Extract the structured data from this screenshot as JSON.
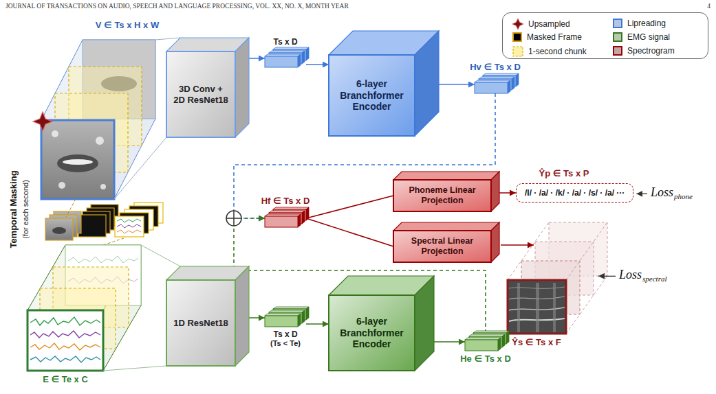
{
  "diagram": {
    "nodes": [
      {
        "text": [
          "3D Conv + 2D ResNet18"
        ]
      },
      {
        "text": [
          "Ts x D"
        ]
      },
      {
        "text": [
          "6-layer Branchformer Encoder"
        ]
      },
      {
        "text": [
          "Hv ∈ Ts x D"
        ]
      },
      {
        "text": [
          "Hf ∈ Ts x D"
        ]
      },
      {
        "text": [
          "Phoneme Linear Projection"
        ]
      },
      {
        "text": [
          "/l/ · /a/ · /k/ · /a/ · /s/ · /a/ ···"
        ]
      },
      {
        "text": [
          "Spectral Linear Projection"
        ]
      },
      {
        "text": [
          "1D ResNet18"
        ]
      },
      {
        "text": [
          "Ts x D",
          "(Ts < Te)"
        ]
      },
      {
        "text": [
          "6-layer Branchformer Encoder"
        ]
      },
      {
        "text": [
          "He ∈ Ts x D"
        ]
      }
    ],
    "edges": [
      {
        "from": 0,
        "to": 1,
        "arrow": "to"
      },
      {
        "from": 1,
        "to": 2,
        "arrow": "to"
      },
      {
        "from": 2,
        "to": 3,
        "arrow": "to"
      },
      {
        "from": 3,
        "to": 4,
        "arrow": "to"
      },
      {
        "from": 4,
        "to": 5,
        "arrow": "none"
      },
      {
        "from": 4,
        "to": 7,
        "arrow": "none"
      },
      {
        "from": 5,
        "to": 6,
        "arrow": "to"
      },
      {
        "from": 8,
        "to": 9,
        "arrow": "to"
      },
      {
        "from": 9,
        "to": 10,
        "arrow": "to"
      },
      {
        "from": 10,
        "to": 11,
        "arrow": "to"
      },
      {
        "from": 11,
        "to": 4,
        "arrow": "to"
      }
    ],
    "labels": [
      "JOURNAL OF TRANSACTIONS ON AUDIO, SPEECH AND LANGUAGE PROCESSING, VOL. XX, NO. X, MONTH YEAR",
      "4",
      "V ∈ Ts x H x W",
      "Ŷp ∈ Ts x P",
      "Loss",
      "phone",
      "Temporal Masking",
      "(for each second)",
      "Loss",
      "spectral",
      "Ŷs ∈ Ts x F",
      "E ∈ Te x C"
    ],
    "legend": [
      {
        "text": "Upsampled"
      },
      {
        "text": "Masked Frame",
        "color": "#000000"
      },
      {
        "text": "1-second chunk"
      },
      {
        "text": "Lipreading",
        "color": "#b7c6de"
      },
      {
        "text": "EMG signal",
        "color": "#b5c9ae"
      },
      {
        "text": "Spectrogram",
        "color": "#c4a4a4"
      }
    ]
  }
}
